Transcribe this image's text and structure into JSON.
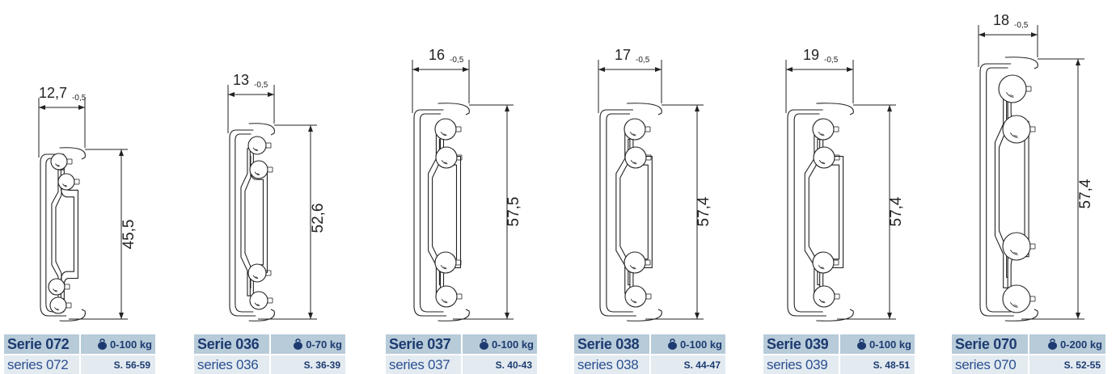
{
  "colors": {
    "label_top_bg": "#b7cbd9",
    "label_bottom_bg": "#e3ebf1",
    "label_text": "#1d3b70",
    "drawing_stroke": "#222222"
  },
  "weight_icon": "kettlebell-icon",
  "items": [
    {
      "width": "12,7",
      "tol": "-0,5",
      "height": "45,5",
      "serie": "Serie 072",
      "load": "0-100 kg",
      "series": "series 072",
      "page": "S. 56-59"
    },
    {
      "width": "13",
      "tol": "-0,5",
      "height": "52,6",
      "serie": "Serie 036",
      "load": "0-70 kg",
      "series": "series 036",
      "page": "S. 36-39"
    },
    {
      "width": "16",
      "tol": "-0,5",
      "height": "57,5",
      "serie": "Serie 037",
      "load": "0-100 kg",
      "series": "series 037",
      "page": "S. 40-43"
    },
    {
      "width": "17",
      "tol": "-0,5",
      "height": "57,4",
      "serie": "Serie 038",
      "load": "0-100 kg",
      "series": "series 038",
      "page": "S. 44-47"
    },
    {
      "width": "19",
      "tol": "-0,5",
      "height": "57,4",
      "serie": "Serie 039",
      "load": "0-100 kg",
      "series": "series 039",
      "page": "S. 48-51"
    },
    {
      "width": "18",
      "tol": "-0,5",
      "height": "57,4",
      "serie": "Serie 070",
      "load": "0-200 kg",
      "series": "series 070",
      "page": "S. 52-55"
    }
  ]
}
